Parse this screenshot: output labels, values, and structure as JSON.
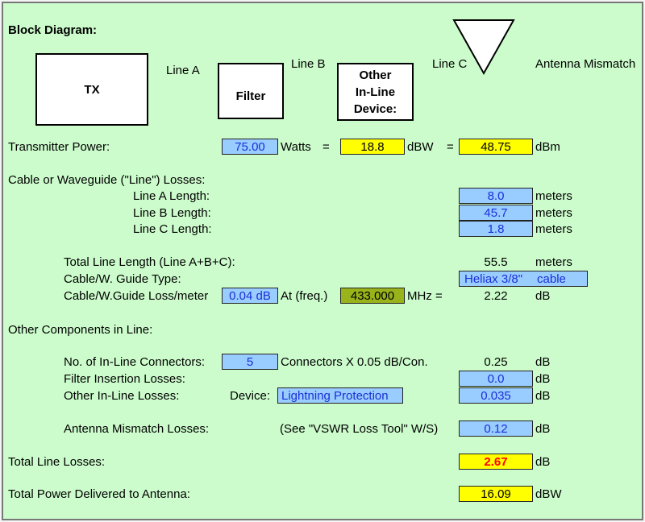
{
  "diagram": {
    "title": "Block Diagram:",
    "tx_label": "TX",
    "filter_label": "Filter",
    "other_device_label": "Other\nIn-Line\nDevice:",
    "line_a": "Line A",
    "line_b": "Line B",
    "line_c": "Line C",
    "antenna_mismatch": "Antenna Mismatch"
  },
  "transmitter": {
    "label": "Transmitter Power:",
    "watts_value": "75.00",
    "watts_unit": "Watts",
    "eq1": "=",
    "dbw_value": "18.8",
    "dbw_unit": "dBW",
    "eq2": "=",
    "dbm_value": "48.75",
    "dbm_unit": "dBm"
  },
  "line_losses": {
    "section_label": "Cable or Waveguide (\"Line\") Losses:",
    "line_a_label": "Line A Length:",
    "line_a_value": "8.0",
    "line_b_label": "Line B Length:",
    "line_b_value": "45.7",
    "line_c_label": "Line C Length:",
    "line_c_value": "1.8",
    "meters": "meters",
    "total_label": "Total Line Length (Line A+B+C):",
    "total_value": "55.5",
    "cable_type_label": "Cable/W. Guide Type:",
    "cable_type_value": "Heliax 3/8\"",
    "cable_unit": "cable",
    "loss_per_meter_label": "Cable/W.Guide Loss/meter",
    "loss_per_meter_value": "0.04 dB",
    "at_freq_label": "At (freq.)",
    "freq_value": "433.000",
    "mhz_eq": "MHz =",
    "cable_loss_value": "2.22",
    "db": "dB"
  },
  "components": {
    "section_label": "Other Components in Line:",
    "connectors_label": "No. of In-Line Connectors:",
    "connectors_value": "5",
    "connectors_text": "Connectors  X  0.05 dB/Con.",
    "connectors_loss": "0.25",
    "filter_label": "Filter Insertion Losses:",
    "filter_value": "0.0",
    "other_label": "Other In-Line Losses:",
    "device_label": "Device:",
    "device_value": "Lightning Protection",
    "other_value": "0.035",
    "antenna_label": "Antenna Mismatch Losses:",
    "antenna_note": "(See \"VSWR Loss Tool\" W/S)",
    "antenna_value": "0.12",
    "db": "dB"
  },
  "totals": {
    "line_losses_label": "Total Line Losses:",
    "line_losses_value": "2.67",
    "line_losses_unit": "dB",
    "power_label": "Total Power Delivered to Antenna:",
    "power_value": "16.09",
    "power_unit": "dBW"
  }
}
